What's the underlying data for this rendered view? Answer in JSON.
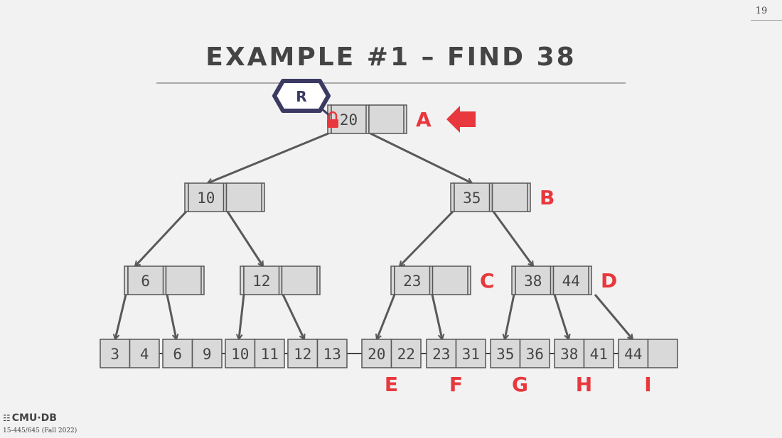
{
  "slide": {
    "page_number": "19",
    "title": "EXAMPLE #1 – FIND 38",
    "logo": "CMU·DB",
    "course": "15-445/645 (Fall 2022)"
  },
  "latch": {
    "label": "R"
  },
  "colors": {
    "node_fill": "#d9d9d9",
    "node_stroke": "#555555",
    "edge": "#595959",
    "label": "#e8383d",
    "latch": "#3a3a63"
  },
  "nodes": {
    "A": {
      "keys": [
        "20",
        ""
      ],
      "label": "A",
      "current": true
    },
    "L": {
      "keys": [
        "10",
        ""
      ],
      "label": ""
    },
    "B": {
      "keys": [
        "35",
        ""
      ],
      "label": "B"
    },
    "LL": {
      "keys": [
        "6",
        ""
      ],
      "label": ""
    },
    "LR": {
      "keys": [
        "12",
        ""
      ],
      "label": ""
    },
    "C": {
      "keys": [
        "23",
        ""
      ],
      "label": "C"
    },
    "D": {
      "keys": [
        "38",
        "44"
      ],
      "label": "D"
    }
  },
  "leaves": [
    {
      "keys": [
        "3",
        "4"
      ],
      "label": ""
    },
    {
      "keys": [
        "6",
        "9"
      ],
      "label": ""
    },
    {
      "keys": [
        "10",
        "11"
      ],
      "label": ""
    },
    {
      "keys": [
        "12",
        "13"
      ],
      "label": ""
    },
    {
      "keys": [
        "20",
        "22"
      ],
      "label": "E"
    },
    {
      "keys": [
        "23",
        "31"
      ],
      "label": "F"
    },
    {
      "keys": [
        "35",
        "36"
      ],
      "label": "G"
    },
    {
      "keys": [
        "38",
        "41"
      ],
      "label": "H"
    },
    {
      "keys": [
        "44",
        ""
      ],
      "label": "I"
    }
  ]
}
